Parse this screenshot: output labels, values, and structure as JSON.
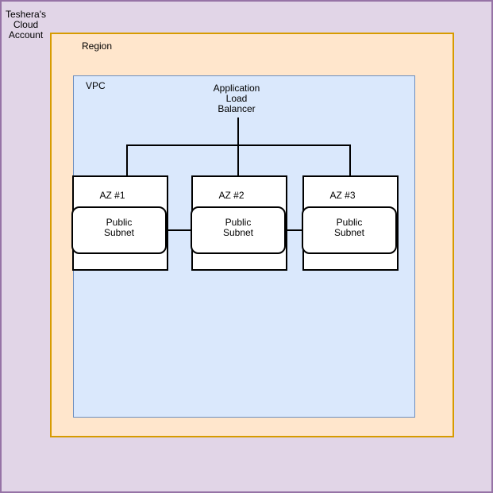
{
  "account": {
    "label": "Teshera's\nCloud\nAccount",
    "fill": "#E1D5E7",
    "border_color": "#9673A6"
  },
  "region": {
    "label": "Region",
    "fill": "#FFE6CC",
    "border_color": "#D79B00"
  },
  "vpc": {
    "label": "VPC",
    "fill": "#DAE8FC",
    "border_color": "#6C8EBF"
  },
  "load_balancer": {
    "label": "Application\nLoad\nBalancer"
  },
  "node": {
    "fill": "#FFFFFF",
    "border_color": "#000000"
  },
  "connector_color": "#000000",
  "zones": [
    {
      "label": "AZ #1",
      "subnet_label": "Public\nSubnet"
    },
    {
      "label": "AZ #2",
      "subnet_label": "Public\nSubnet"
    },
    {
      "label": "AZ #3",
      "subnet_label": "Public\nSubnet"
    }
  ]
}
